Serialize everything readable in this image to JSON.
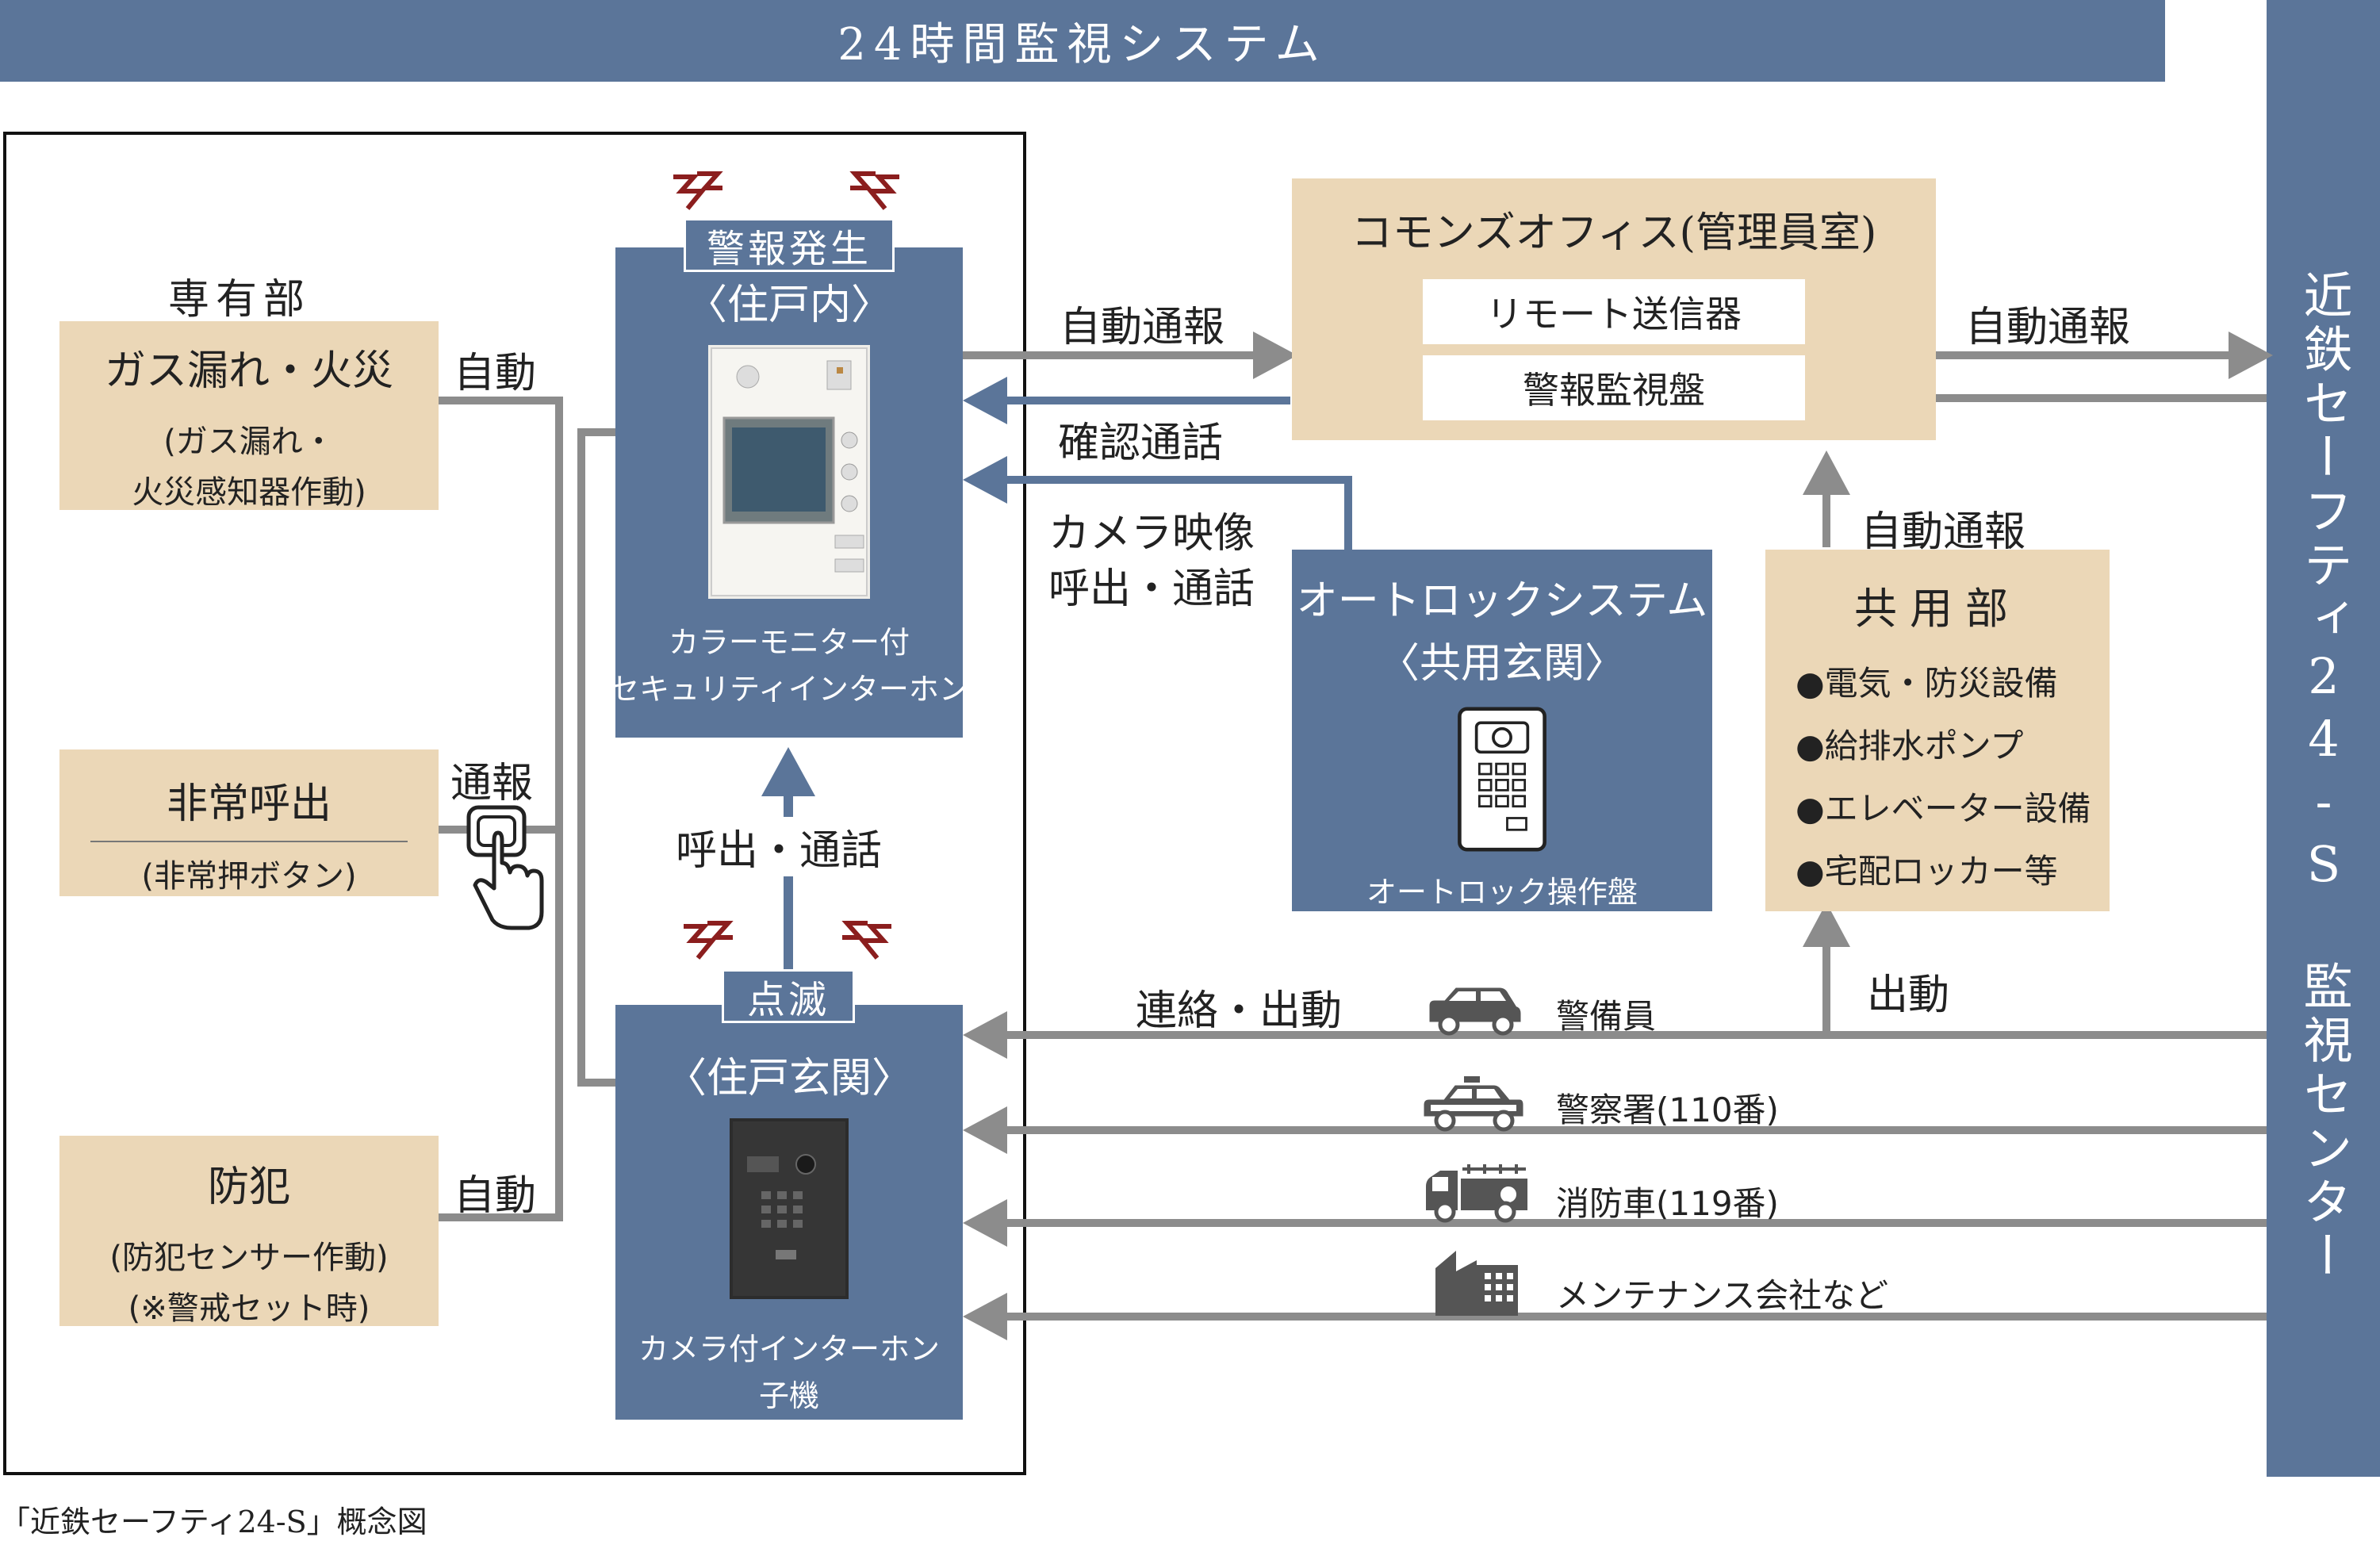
{
  "banner": {
    "title": "24時間監視システム"
  },
  "center": {
    "label": "近鉄セーフティ24-S 監視センター"
  },
  "private": {
    "heading": "専有部",
    "gas": {
      "title": "ガス漏れ・火災",
      "desc1": "(ガス漏れ・",
      "desc2": "火災感知器作動)"
    },
    "emergency": {
      "title": "非常呼出",
      "desc": "(非常押ボタン)"
    },
    "security": {
      "title": "防犯",
      "desc1": "(防犯センサー作動)",
      "desc2": "(※警戒セット時)"
    },
    "auto1": "自動",
    "report": "通報",
    "auto2": "自動"
  },
  "indoor": {
    "alarm_tag": "警報発生",
    "title": "〈住戸内〉",
    "device1": "カラーモニター付",
    "device2": "セキュリティインターホン"
  },
  "entrance": {
    "blink_tag": "点滅",
    "title": "〈住戸玄関〉",
    "device1": "カメラ付インターホン",
    "device2": "子機"
  },
  "call_label": "呼出・通話",
  "office": {
    "title": "コモンズオフィス(管理員室)",
    "item1": "リモート送信器",
    "item2": "警報監視盤"
  },
  "autolock": {
    "title": "オートロックシステム",
    "subtitle": "〈共用玄関〉",
    "panel": "オートロック操作盤"
  },
  "common": {
    "title": "共用部",
    "items": [
      "●電気・防災設備",
      "●給排水ポンプ",
      "●エレベーター設備",
      "●宅配ロッカー等"
    ]
  },
  "arrows": {
    "auto_report_1": "自動通報",
    "confirm_call": "確認通話",
    "camera1": "カメラ映像",
    "camera2": "呼出・通話",
    "auto_report_2": "自動通報",
    "auto_report_3": "自動通報",
    "dispatch": "出動",
    "contact": "連絡・出動"
  },
  "responders": {
    "guard": "警備員",
    "police": "警察署(110番)",
    "fire": "消防車(119番)",
    "maint": "メンテナンス会社など"
  },
  "caption": "「近鉄セーフティ24-S」概念図"
}
